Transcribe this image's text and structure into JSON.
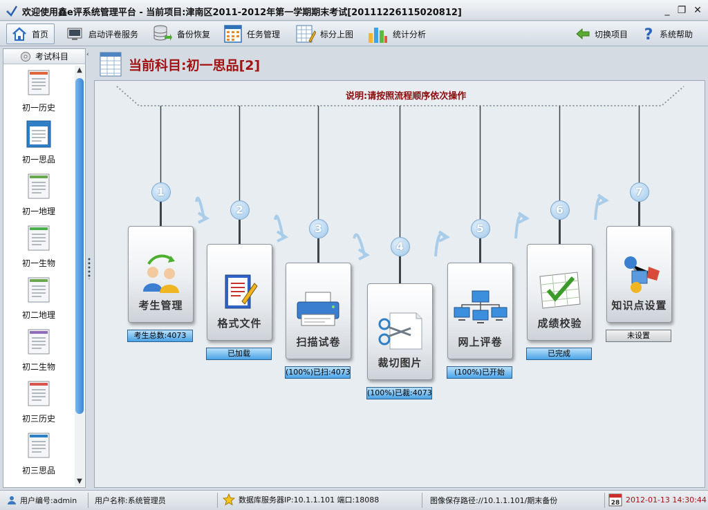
{
  "window": {
    "title": "欢迎使用鑫e评系统管理平台 - 当前项目:津南区2011-2012年第一学期期末考试[20111226115020812]",
    "minimize": "_",
    "restore": "❐",
    "close": "✕"
  },
  "toolbar": {
    "items": [
      {
        "label": "首页",
        "icon": "home-icon"
      },
      {
        "label": "启动评卷服务",
        "icon": "server-icon"
      },
      {
        "label": "备份恢复",
        "icon": "database-icon"
      },
      {
        "label": "任务管理",
        "icon": "calendar-grid-icon"
      },
      {
        "label": "标分上图",
        "icon": "grid-pencil-icon"
      },
      {
        "label": "统计分析",
        "icon": "bar-chart-icon"
      },
      {
        "label": "切换项目",
        "icon": "back-arrow-icon"
      },
      {
        "label": "系统帮助",
        "icon": "help-icon"
      }
    ]
  },
  "sidebar": {
    "header": "考试科目",
    "items": [
      {
        "label": "初一历史",
        "accent": "#e0643a"
      },
      {
        "label": "初一思品",
        "accent": "#2f7fc6"
      },
      {
        "label": "初一地理",
        "accent": "#6aa84f"
      },
      {
        "label": "初一生物",
        "accent": "#4cae4c"
      },
      {
        "label": "初二地理",
        "accent": "#6aa84f"
      },
      {
        "label": "初二生物",
        "accent": "#8e6bb8"
      },
      {
        "label": "初三历史",
        "accent": "#d9534f"
      },
      {
        "label": "初三思品",
        "accent": "#2f7fc6"
      }
    ]
  },
  "main": {
    "current_subject": "当前科目:初一思品[2]",
    "instruction": "说明:请按照流程顺序依次操作",
    "steps": [
      {
        "num": "1",
        "label": "考生管理",
        "status": "考生总数:4073",
        "status_style": "blue",
        "icon": "users-sync-icon"
      },
      {
        "num": "2",
        "label": "格式文件",
        "status": "已加载",
        "status_style": "blue",
        "icon": "document-edit-icon"
      },
      {
        "num": "3",
        "label": "扫描试卷",
        "status": "(100%)已扫:4073",
        "status_style": "blue",
        "icon": "printer-icon"
      },
      {
        "num": "4",
        "label": "裁切图片",
        "status": "(100%)已裁:4073",
        "status_style": "blue",
        "icon": "scissors-icon"
      },
      {
        "num": "5",
        "label": "网上评卷",
        "status": "(100%)已开始",
        "status_style": "blue",
        "icon": "network-computers-icon"
      },
      {
        "num": "6",
        "label": "成绩校验",
        "status": "已完成",
        "status_style": "blue",
        "icon": "spreadsheet-check-icon"
      },
      {
        "num": "7",
        "label": "知识点设置",
        "status": "未设置",
        "status_style": "grey",
        "icon": "molecule-icon"
      }
    ]
  },
  "statusbar": {
    "user_id": "用户编号:admin",
    "user_name": "用户名称:系统管理员",
    "db_server": "数据库服务器IP:10.1.1.101 端口:18088",
    "image_path": "图像保存路径://10.1.1.101/期末备份",
    "calendar_day": "28",
    "datetime": "2012-01-13 14:30:44"
  }
}
